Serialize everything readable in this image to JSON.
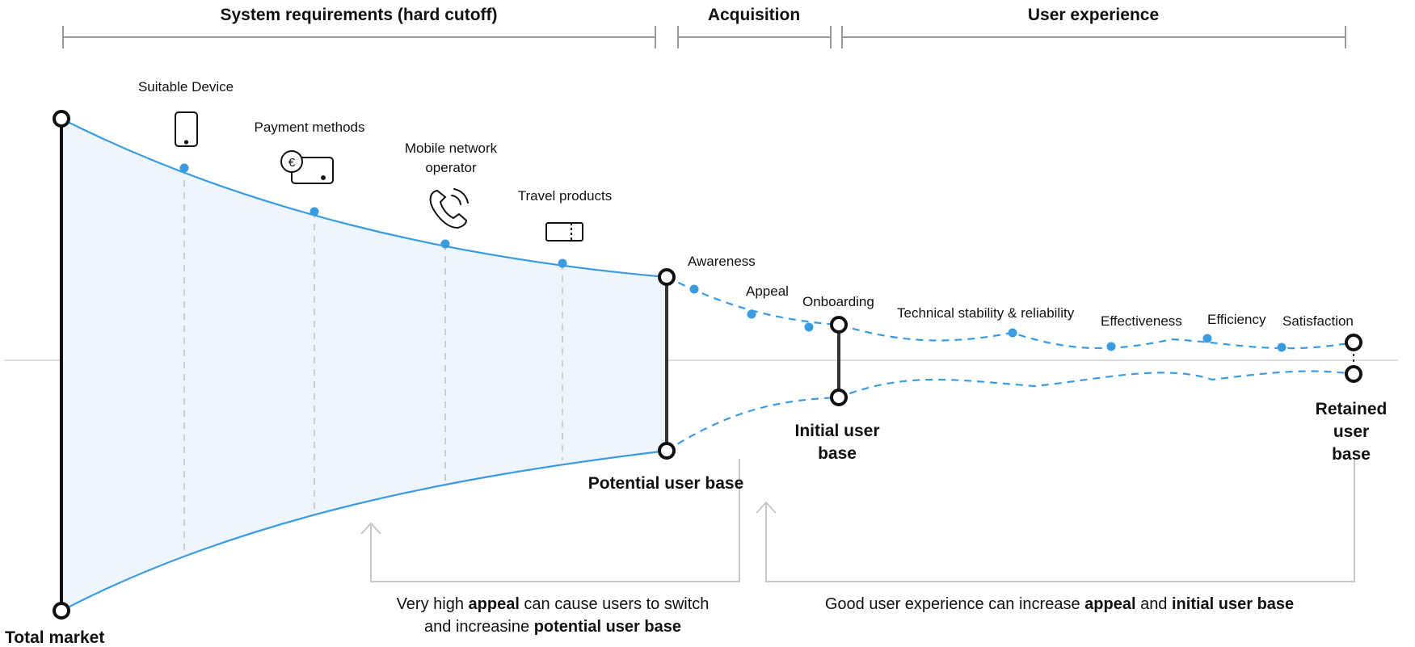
{
  "sections": [
    {
      "label": "System requirements (hard cutoff)"
    },
    {
      "label": "Acquisition"
    },
    {
      "label": "User experience"
    }
  ],
  "requirements": [
    {
      "label": "Suitable Device",
      "icon": "smartphone-icon"
    },
    {
      "label": "Payment methods",
      "icon": "payment-card-icon"
    },
    {
      "label": "Mobile network\noperator",
      "icon": "phone-call-icon"
    },
    {
      "label": "Travel products",
      "icon": "ticket-icon"
    }
  ],
  "stages": [
    {
      "label": "Awareness"
    },
    {
      "label": "Appeal"
    },
    {
      "label": "Onboarding"
    },
    {
      "label": "Technical stability & reliability"
    },
    {
      "label": "Effectiveness"
    },
    {
      "label": "Efficiency"
    },
    {
      "label": "Satisfaction"
    }
  ],
  "milestones": {
    "total_market": "Total market",
    "potential_user_base": "Potential user base",
    "initial_user_base": "Initial user\nbase",
    "retained_user_base": "Retained user\nbase"
  },
  "notes": {
    "appeal": {
      "line1_pre": "Very high ",
      "line1_bold": "appeal",
      "line1_post": " can cause users to switch",
      "line2_pre": "and increasine ",
      "line2_bold": "potential user base"
    },
    "ux": {
      "pre": "Good user experience can increase ",
      "bold1": "appeal",
      "mid": " and ",
      "bold2": "initial user base"
    }
  },
  "colors": {
    "curve": "#3a9be0",
    "fill": "#eef5fc",
    "axis": "#dcdcdc",
    "bracket": "#9a9a9a",
    "arrow": "#c8c8c8",
    "dash_guide": "#c9cdd6"
  }
}
